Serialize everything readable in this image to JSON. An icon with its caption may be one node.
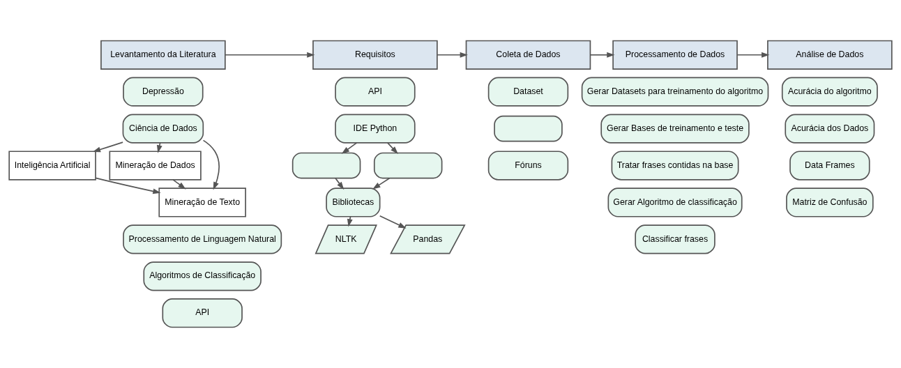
{
  "diagram": {
    "nodes": [
      {
        "text": [
          "Levantamento da Literatura"
        ]
      },
      {
        "text": [
          "Requisitos"
        ]
      },
      {
        "text": [
          "Coleta de Dados"
        ]
      },
      {
        "text": [
          "Processamento de Dados"
        ]
      },
      {
        "text": [
          "Análise de Dados"
        ]
      },
      {
        "text": [
          "Depressão"
        ]
      },
      {
        "text": [
          "Ciência de Dados"
        ]
      },
      {
        "text": [
          "Inteligência Artificial"
        ]
      },
      {
        "text": [
          "Mineração de Dados"
        ]
      },
      {
        "text": [
          "Mineração de Texto"
        ]
      },
      {
        "text": [
          "Processamento de Linguagem Natural"
        ]
      },
      {
        "text": [
          "Algoritmos de Classificação"
        ]
      },
      {
        "text": [
          "API"
        ]
      },
      {
        "text": [
          "API"
        ]
      },
      {
        "text": [
          "IDE Python"
        ]
      },
      {
        "text": [],
        "shape": "box"
      },
      {
        "text": [],
        "shape": "box"
      },
      {
        "text": [
          "Bibliotecas"
        ]
      },
      {
        "text": [
          "NLTK"
        ]
      },
      {
        "text": [
          "Pandas"
        ]
      },
      {
        "text": [
          "Dataset"
        ]
      },
      {
        "text": [],
        "shape": "box"
      },
      {
        "text": [
          "Fóruns"
        ]
      },
      {
        "text": [
          "Gerar Datasets para treinamento do algoritmo"
        ]
      },
      {
        "text": [
          "Gerar Bases de treinamento e teste"
        ]
      },
      {
        "text": [
          "Tratar frases contidas na base"
        ]
      },
      {
        "text": [
          "Gerar Algoritmo de classificação"
        ]
      },
      {
        "text": [
          "Classificar frases"
        ]
      },
      {
        "text": [
          "Acurácia do algoritmo"
        ]
      },
      {
        "text": [
          "Acurácia dos Dados"
        ]
      },
      {
        "text": [
          "Data Frames"
        ]
      },
      {
        "text": [
          "Matriz de Confusão"
        ]
      }
    ],
    "edges": [
      {
        "from": 0,
        "to": 1,
        "arrow": "to"
      },
      {
        "from": 1,
        "to": 2,
        "arrow": "to"
      },
      {
        "from": 2,
        "to": 3,
        "arrow": "to"
      },
      {
        "from": 3,
        "to": 4,
        "arrow": "to"
      },
      {
        "from": 6,
        "to": 7,
        "arrow": "to"
      },
      {
        "from": 6,
        "to": 9,
        "arrow": "to"
      },
      {
        "from": 6,
        "to": 8,
        "arrow": "to"
      },
      {
        "from": 7,
        "to": 9,
        "arrow": "to"
      },
      {
        "from": 8,
        "to": 9,
        "arrow": "to"
      },
      {
        "from": 14,
        "to": 15,
        "arrow": "to"
      },
      {
        "from": 14,
        "to": 16,
        "arrow": "to"
      },
      {
        "from": 15,
        "to": 17,
        "arrow": "to"
      },
      {
        "from": 16,
        "to": 17,
        "arrow": "to"
      },
      {
        "from": 17,
        "to": 18,
        "arrow": "to"
      },
      {
        "from": 17,
        "to": 19,
        "arrow": "to"
      }
    ]
  }
}
